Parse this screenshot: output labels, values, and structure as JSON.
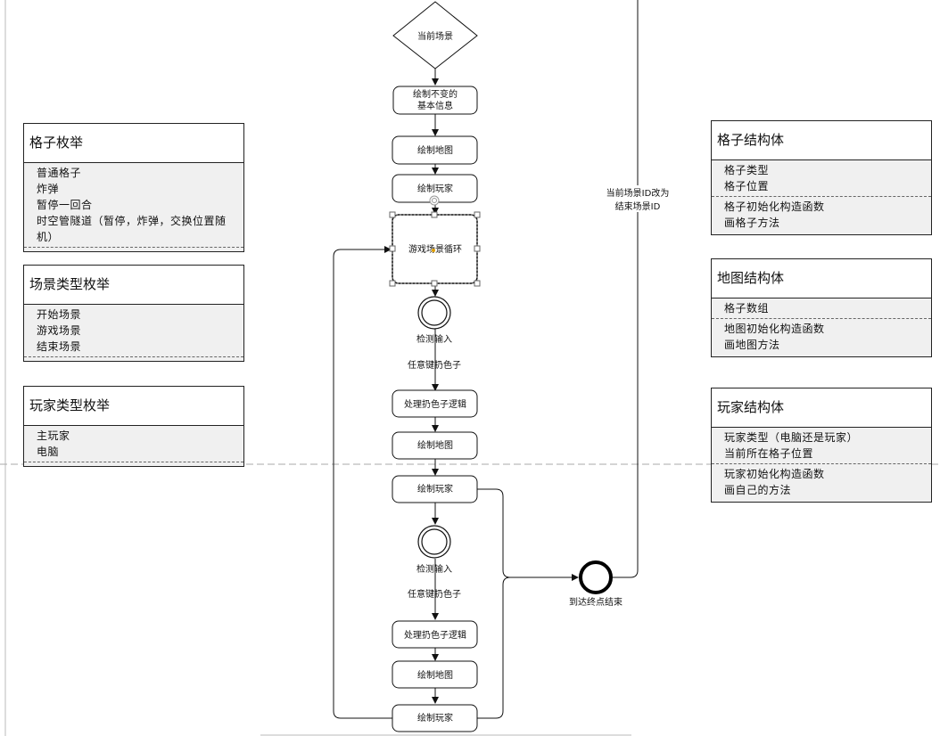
{
  "left_classes": [
    {
      "title": "格子枚举",
      "attributes": [
        "普通格子",
        "炸弹",
        "暂停一回合",
        "时空管隧道（暂停，炸弹，交换位置随",
        "机）"
      ]
    },
    {
      "title": "场景类型枚举",
      "attributes": [
        "开始场景",
        "游戏场景",
        "结束场景"
      ]
    },
    {
      "title": "玩家类型枚举",
      "attributes": [
        "主玩家",
        "电脑"
      ]
    }
  ],
  "right_classes": [
    {
      "title": "格子结构体",
      "attributes": [
        "格子类型",
        "格子位置"
      ],
      "methods": [
        "格子初始化构造函数",
        "画格子方法"
      ]
    },
    {
      "title": "地图结构体",
      "attributes": [
        "格子数组"
      ],
      "methods": [
        "地图初始化构造函数",
        "画地图方法"
      ]
    },
    {
      "title": "玩家结构体",
      "attributes": [
        "玩家类型（电脑还是玩家）",
        "当前所在格子位置"
      ],
      "methods": [
        "玩家初始化构造函数",
        "画自己的方法"
      ]
    }
  ],
  "flow": {
    "decision": "当前场景",
    "draw_static_line1": "绘制不变的",
    "draw_static_line2": "基本信息",
    "draw_map": "绘制地图",
    "draw_player": "绘制玩家",
    "game_loop": "游戏场景循环",
    "detect_input": "检测输入",
    "any_key_dice": "任意键扔色子",
    "dice_logic": "处理扔色子逻辑",
    "end_node": "到达终点结束",
    "scene_change_line1": "当前场景ID改为",
    "scene_change_line2": "结束场景ID"
  }
}
